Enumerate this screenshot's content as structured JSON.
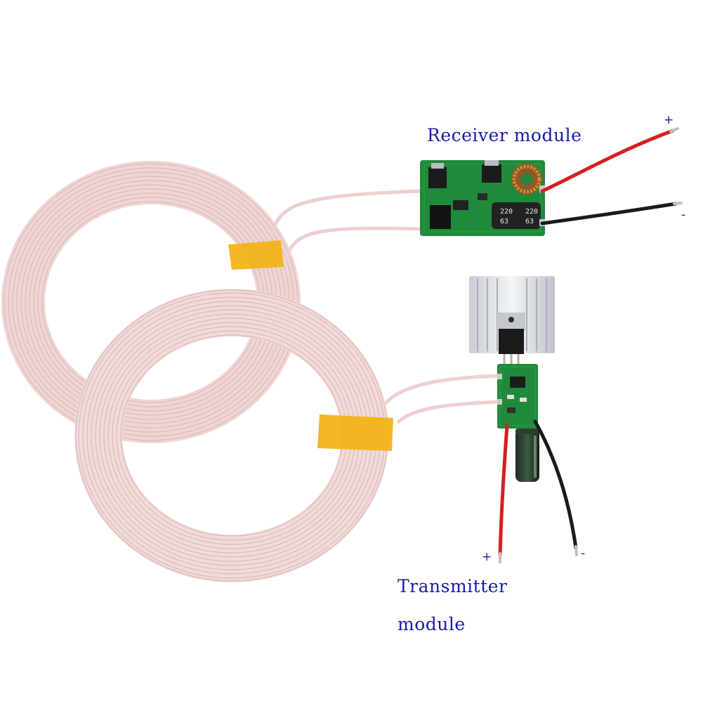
{
  "receiver": {
    "label": "Receiver module",
    "capacitor_text_1": "220",
    "capacitor_text_2": "63",
    "capacitor_text_3": "220",
    "capacitor_text_4": "63",
    "plus": "+",
    "minus": "-"
  },
  "transmitter": {
    "label_line_1": "Transmitter",
    "label_line_2": "module",
    "plus": "+",
    "minus": "-"
  },
  "colors": {
    "label_text": "#1a1aa8",
    "coil_wire": "#f0d7d6",
    "coil_wire_shade": "#d9b9b8",
    "tape": "#f2b418",
    "pcb": "#1f8a3a",
    "wire_red": "#d42020",
    "wire_black": "#1a1a1a",
    "heatsink": "#d9dde2"
  }
}
